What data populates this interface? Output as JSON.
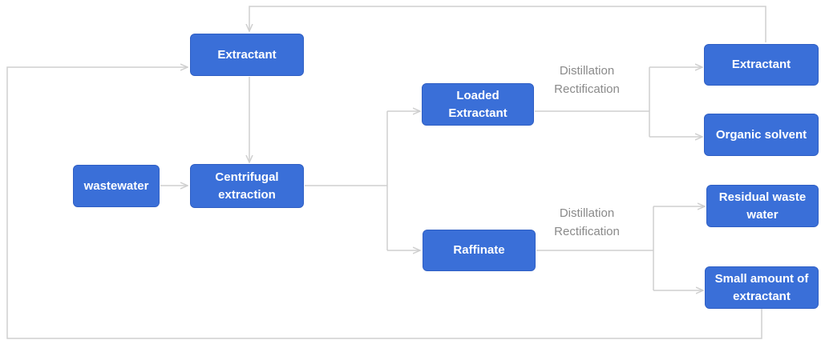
{
  "nodes": {
    "extractant_top": "Extractant",
    "wastewater": "wastewater",
    "centrifugal": [
      "Centrifugal",
      "extraction"
    ],
    "loaded_extractant": [
      "Loaded",
      "Extractant"
    ],
    "raffinate": "Raffinate",
    "extractant_right": "Extractant",
    "organic_solvent": "Organic solvent",
    "residual_waste_water": [
      "Residual waste",
      "water"
    ],
    "small_amount_extractant": [
      "Small amount of",
      "extractant"
    ]
  },
  "labels": {
    "upper_process": [
      "Distillation",
      "Rectification"
    ],
    "lower_process": [
      "Distillation",
      "Rectification"
    ]
  },
  "colors": {
    "node_fill": "#3a6fd8",
    "connector": "#cfcfcf",
    "label_text": "#8a8a8a"
  }
}
